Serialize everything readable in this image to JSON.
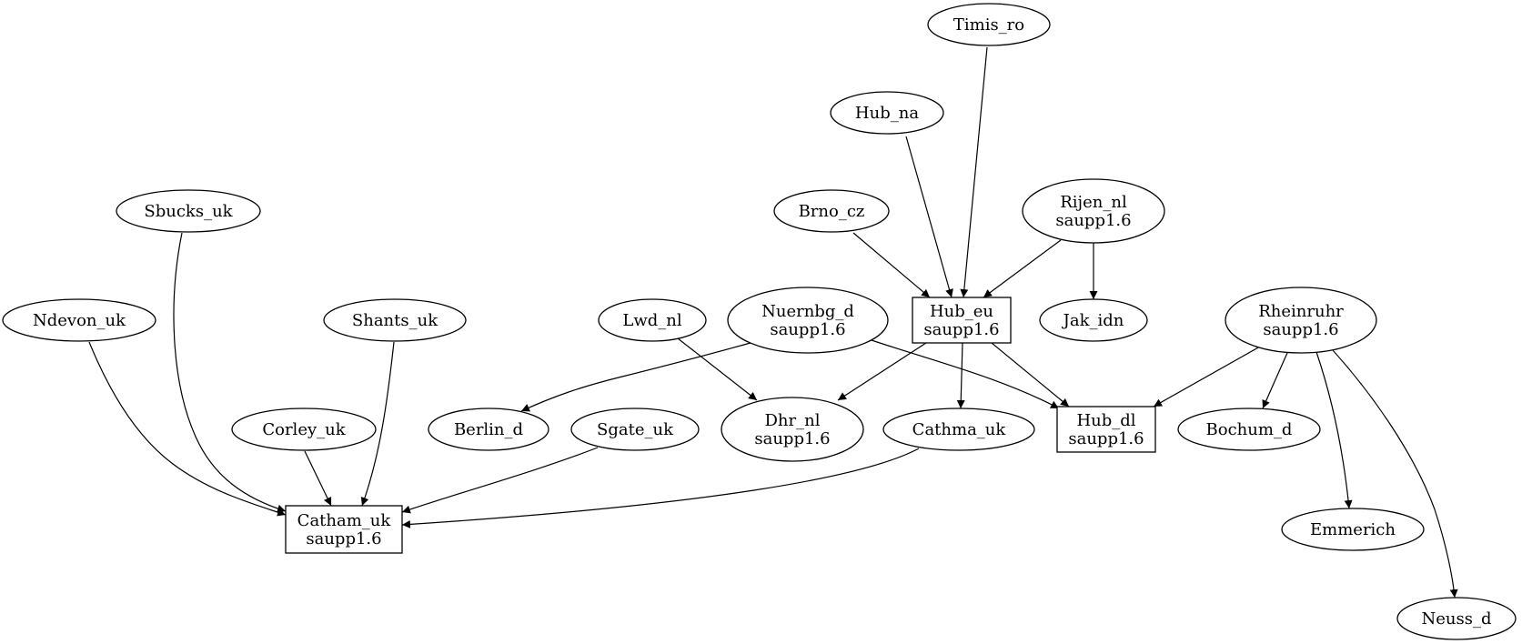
{
  "graph": {
    "nodes": [
      {
        "id": "timis_ro",
        "label": [
          "Timis_ro"
        ],
        "shape": "ellipse"
      },
      {
        "id": "hub_na",
        "label": [
          "Hub_na"
        ],
        "shape": "ellipse"
      },
      {
        "id": "sbucks_uk",
        "label": [
          "Sbucks_uk"
        ],
        "shape": "ellipse"
      },
      {
        "id": "brno_cz",
        "label": [
          "Brno_cz"
        ],
        "shape": "ellipse"
      },
      {
        "id": "rijen_nl",
        "label": [
          "Rijen_nl",
          "saupp1.6"
        ],
        "shape": "ellipse"
      },
      {
        "id": "ndevon_uk",
        "label": [
          "Ndevon_uk"
        ],
        "shape": "ellipse"
      },
      {
        "id": "shants_uk",
        "label": [
          "Shants_uk"
        ],
        "shape": "ellipse"
      },
      {
        "id": "lwd_nl",
        "label": [
          "Lwd_nl"
        ],
        "shape": "ellipse"
      },
      {
        "id": "nuernbg_d",
        "label": [
          "Nuernbg_d",
          "saupp1.6"
        ],
        "shape": "ellipse"
      },
      {
        "id": "hub_eu",
        "label": [
          "Hub_eu",
          "saupp1.6"
        ],
        "shape": "box"
      },
      {
        "id": "jak_idn",
        "label": [
          "Jak_idn"
        ],
        "shape": "ellipse"
      },
      {
        "id": "rheinruhr",
        "label": [
          "Rheinruhr",
          "saupp1.6"
        ],
        "shape": "ellipse"
      },
      {
        "id": "corley_uk",
        "label": [
          "Corley_uk"
        ],
        "shape": "ellipse"
      },
      {
        "id": "berlin_d",
        "label": [
          "Berlin_d"
        ],
        "shape": "ellipse"
      },
      {
        "id": "sgate_uk",
        "label": [
          "Sgate_uk"
        ],
        "shape": "ellipse"
      },
      {
        "id": "dhr_nl",
        "label": [
          "Dhr_nl",
          "saupp1.6"
        ],
        "shape": "ellipse"
      },
      {
        "id": "cathma_uk",
        "label": [
          "Cathma_uk"
        ],
        "shape": "ellipse"
      },
      {
        "id": "hub_dl",
        "label": [
          "Hub_dl",
          "saupp1.6"
        ],
        "shape": "box"
      },
      {
        "id": "bochum_d",
        "label": [
          "Bochum_d"
        ],
        "shape": "ellipse"
      },
      {
        "id": "catham_uk",
        "label": [
          "Catham_uk",
          "saupp1.6"
        ],
        "shape": "box"
      },
      {
        "id": "emmerich",
        "label": [
          "Emmerich"
        ],
        "shape": "ellipse"
      },
      {
        "id": "neuss_d",
        "label": [
          "Neuss_d"
        ],
        "shape": "ellipse"
      }
    ],
    "edges": [
      {
        "from": "timis_ro",
        "to": "hub_eu"
      },
      {
        "from": "hub_na",
        "to": "hub_eu"
      },
      {
        "from": "brno_cz",
        "to": "hub_eu"
      },
      {
        "from": "rijen_nl",
        "to": "hub_eu"
      },
      {
        "from": "rijen_nl",
        "to": "jak_idn"
      },
      {
        "from": "sbucks_uk",
        "to": "catham_uk"
      },
      {
        "from": "ndevon_uk",
        "to": "catham_uk"
      },
      {
        "from": "shants_uk",
        "to": "catham_uk"
      },
      {
        "from": "corley_uk",
        "to": "catham_uk"
      },
      {
        "from": "sgate_uk",
        "to": "catham_uk"
      },
      {
        "from": "cathma_uk",
        "to": "catham_uk"
      },
      {
        "from": "lwd_nl",
        "to": "dhr_nl"
      },
      {
        "from": "nuernbg_d",
        "to": "berlin_d"
      },
      {
        "from": "nuernbg_d",
        "to": "hub_dl"
      },
      {
        "from": "hub_eu",
        "to": "dhr_nl"
      },
      {
        "from": "hub_eu",
        "to": "cathma_uk"
      },
      {
        "from": "hub_eu",
        "to": "hub_dl"
      },
      {
        "from": "rheinruhr",
        "to": "hub_dl"
      },
      {
        "from": "rheinruhr",
        "to": "bochum_d"
      },
      {
        "from": "rheinruhr",
        "to": "emmerich"
      },
      {
        "from": "rheinruhr",
        "to": "neuss_d"
      }
    ]
  }
}
